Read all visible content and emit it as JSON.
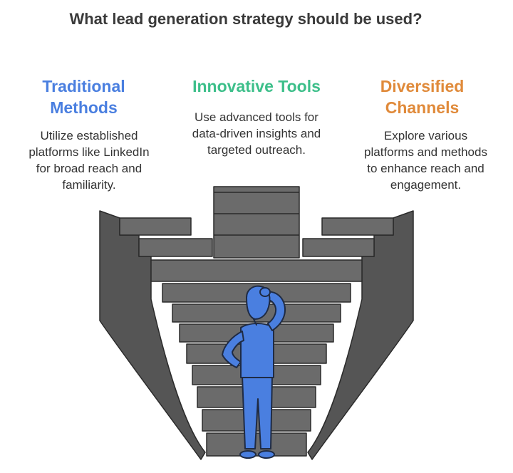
{
  "title": "What lead generation strategy should be used?",
  "colors": {
    "left": "#4a7fe0",
    "middle": "#3dbf8a",
    "right": "#e08a3a",
    "stairs": "#555555",
    "figure": "#4a7fe0"
  },
  "options": [
    {
      "id": "left",
      "heading": [
        "Traditional",
        "Methods"
      ],
      "description": [
        "Utilize established",
        "platforms like LinkedIn",
        "for broad reach and",
        "familiarity."
      ]
    },
    {
      "id": "middle",
      "heading": [
        "Innovative Tools"
      ],
      "description": [
        "Use advanced tools for",
        "data-driven insights and",
        "targeted outreach."
      ]
    },
    {
      "id": "right",
      "heading": [
        "Diversified",
        "Channels"
      ],
      "description": [
        "Explore various",
        "platforms and methods",
        "to enhance reach and",
        "engagement."
      ]
    }
  ],
  "illustration": {
    "stairs-icon": "stairs",
    "person-icon": "thinking-person"
  }
}
